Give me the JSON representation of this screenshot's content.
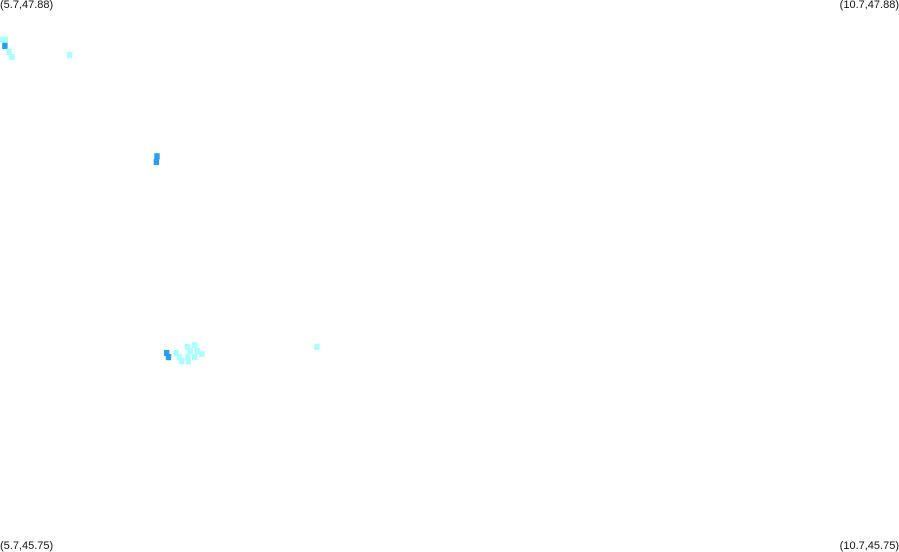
{
  "map": {
    "corner_labels": {
      "top_left": "(5.7,47.88)",
      "top_right": "(10.7,47.88)",
      "bottom_left": "(5.7,45.75)",
      "bottom_right": "(10.7,45.75)"
    },
    "lon_range": [
      5.7,
      10.7
    ],
    "lat_range": [
      45.75,
      47.88
    ],
    "colors": {
      "light": "#aaffff",
      "medium": "#66ddff",
      "dark": "#2a9ee8",
      "background": "#ffffff"
    },
    "cell_deg": {
      "lon": 0.03,
      "lat": 0.024
    },
    "points": [
      {
        "lon": 5.7,
        "lat": 47.727,
        "level": "light"
      },
      {
        "lon": 5.73,
        "lat": 47.727,
        "level": "light"
      },
      {
        "lon": 5.727,
        "lat": 47.703,
        "level": "dark"
      },
      {
        "lon": 5.75,
        "lat": 47.68,
        "level": "light"
      },
      {
        "lon": 5.767,
        "lat": 47.66,
        "level": "light"
      },
      {
        "lon": 6.087,
        "lat": 47.668,
        "level": "light"
      },
      {
        "lon": 6.573,
        "lat": 47.277,
        "level": "dark"
      },
      {
        "lon": 6.57,
        "lat": 47.255,
        "level": "dark"
      },
      {
        "lon": 6.627,
        "lat": 46.518,
        "level": "dark"
      },
      {
        "lon": 6.637,
        "lat": 46.502,
        "level": "dark"
      },
      {
        "lon": 6.68,
        "lat": 46.518,
        "level": "light"
      },
      {
        "lon": 6.697,
        "lat": 46.502,
        "level": "light"
      },
      {
        "lon": 6.71,
        "lat": 46.486,
        "level": "light"
      },
      {
        "lon": 6.743,
        "lat": 46.541,
        "level": "light"
      },
      {
        "lon": 6.757,
        "lat": 46.525,
        "level": "light"
      },
      {
        "lon": 6.745,
        "lat": 46.502,
        "level": "light"
      },
      {
        "lon": 6.783,
        "lat": 46.549,
        "level": "light"
      },
      {
        "lon": 6.797,
        "lat": 46.525,
        "level": "light"
      },
      {
        "lon": 6.783,
        "lat": 46.502,
        "level": "light"
      },
      {
        "lon": 6.823,
        "lat": 46.514,
        "level": "light"
      },
      {
        "lon": 6.747,
        "lat": 46.486,
        "level": "light"
      },
      {
        "lon": 7.463,
        "lat": 46.541,
        "level": "light"
      }
    ]
  }
}
